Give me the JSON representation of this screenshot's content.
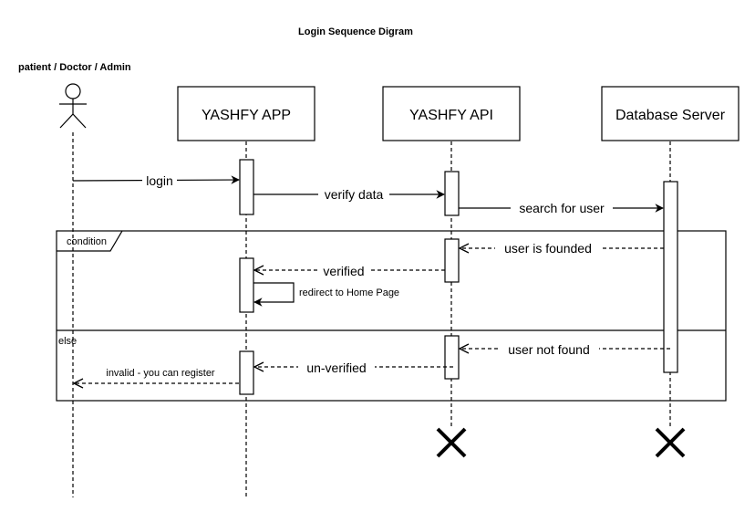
{
  "title": "Login Sequence Digram",
  "actor": {
    "label": "patient /  Doctor / Admin"
  },
  "participants": [
    {
      "id": "app",
      "label": "YASHFY APP"
    },
    {
      "id": "api",
      "label": "YASHFY API"
    },
    {
      "id": "db",
      "label": "Database Server"
    }
  ],
  "messages": {
    "login": "login",
    "verify_data": "verify data",
    "search_for_user": "search for user",
    "user_is_founded": "user is founded",
    "verified": "verified",
    "redirect": "redirect to Home Page",
    "user_not_found": "user not found",
    "un_verified": "un-verified",
    "invalid": "invalid - you can register"
  },
  "fragments": {
    "condition_label": "condition",
    "else_label": "else"
  },
  "colors": {
    "line": "#000000",
    "background": "#ffffff"
  }
}
